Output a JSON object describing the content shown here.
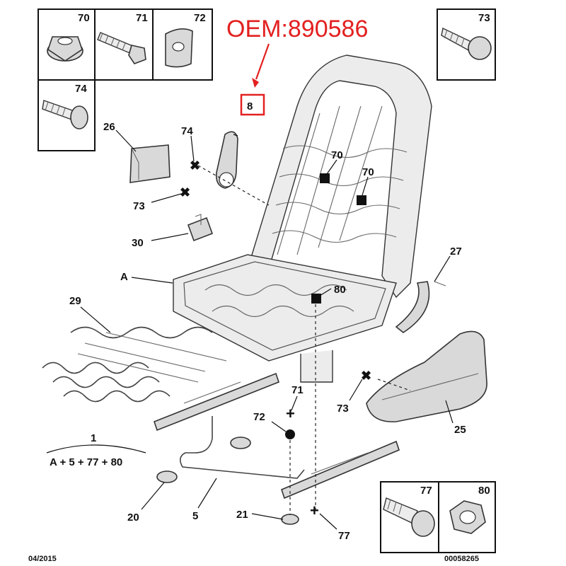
{
  "oem_label": "OEM:890586",
  "accent_color": "#e32020",
  "highlighted_part": "8",
  "inset_boxes": [
    {
      "id": "70",
      "icon": "flange-nut-icon"
    },
    {
      "id": "71",
      "icon": "bolt-icon"
    },
    {
      "id": "72",
      "icon": "clip-washer-icon"
    },
    {
      "id": "73",
      "icon": "self-tapping-screw-icon"
    },
    {
      "id": "74",
      "icon": "screw-icon"
    },
    {
      "id": "77",
      "icon": "shoulder-bolt-icon"
    },
    {
      "id": "80",
      "icon": "hex-nut-icon"
    }
  ],
  "callouts": {
    "c8": "8",
    "c26": "26",
    "c74": "74",
    "c73a": "73",
    "c70a": "70",
    "c70b": "70",
    "c30": "30",
    "c27": "27",
    "cA": "A",
    "c80": "80",
    "c29": "29",
    "c73b": "73",
    "c25": "25",
    "c71": "71",
    "c72": "72",
    "c20": "20",
    "c5": "5",
    "c21": "21",
    "c77": "77"
  },
  "assembly": {
    "number": "1",
    "formula": "A + 5 + 77 + 80"
  },
  "footer": {
    "date": "04/2015",
    "doc_number": "00058265"
  }
}
